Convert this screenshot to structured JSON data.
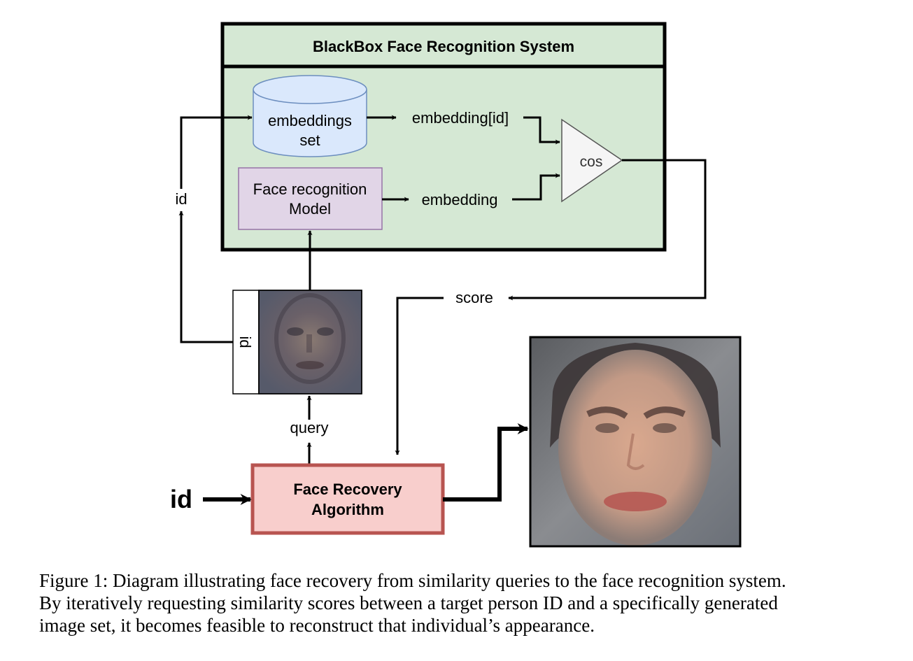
{
  "system": {
    "title": "BlackBox Face Recognition System",
    "embeddings_set": [
      "embeddings",
      "set"
    ],
    "model": [
      "Face recognition",
      "Model"
    ],
    "embedding_id": "embedding[id]",
    "embedding": "embedding",
    "cos": "cos"
  },
  "labels": {
    "id_left": "id",
    "id_rotated": "id",
    "score": "score",
    "query": "query",
    "id_input": "id"
  },
  "algorithm": [
    "Face Recovery",
    "Algorithm"
  ],
  "caption": [
    "Figure 1: Diagram illustrating face recovery from similarity queries to the face recognition system.",
    "By iteratively requesting similarity scores between a target person ID and a specifically generated",
    "image set, it becomes feasible to reconstruct that individual’s appearance."
  ],
  "colors": {
    "system_fill": "#d5e8d4",
    "embeddings_fill": "#dae8fc",
    "embeddings_stroke": "#6c8ebf",
    "model_fill": "#e1d5e7",
    "model_stroke": "#9673a6",
    "algorithm_fill": "#f8cecc",
    "algorithm_stroke": "#b85450",
    "cos_fill": "#f5f5f5"
  }
}
